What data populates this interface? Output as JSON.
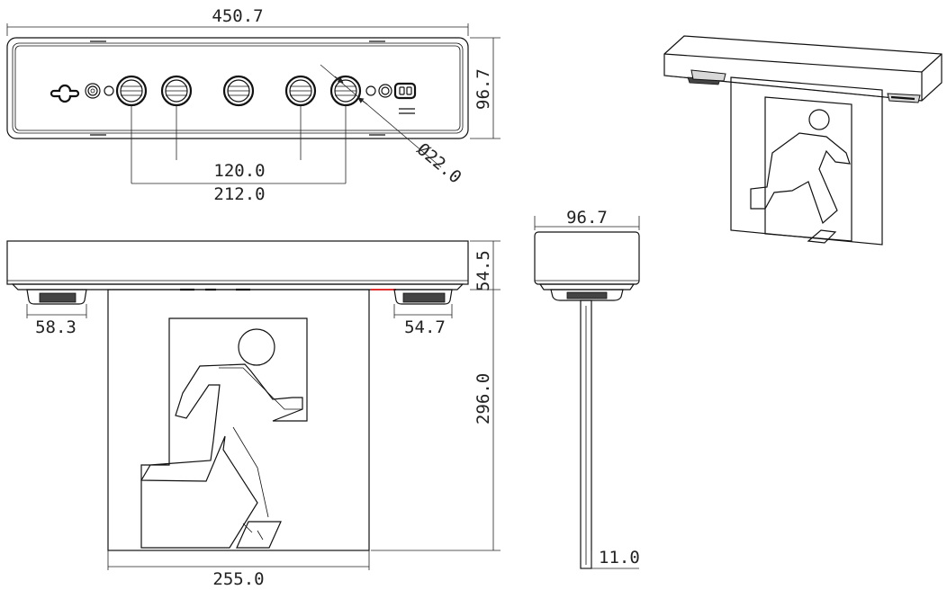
{
  "dimensions": {
    "top_width": "450.7",
    "top_height": "96.7",
    "hole_pitch_inner": "120.0",
    "hole_pitch_outer": "212.0",
    "hole_diameter": "Ø22.0",
    "front_height": "54.5",
    "left_foot": "58.3",
    "right_foot": "54.7",
    "panel_height": "296.0",
    "panel_width": "255.0",
    "side_depth": "96.7",
    "panel_thickness": "11.0"
  },
  "colors": {
    "line": "#111111",
    "accent_red": "#e03030"
  },
  "icons": [
    "running-man-exit-icon",
    "keyhole-slot-icon",
    "screw-icon"
  ]
}
